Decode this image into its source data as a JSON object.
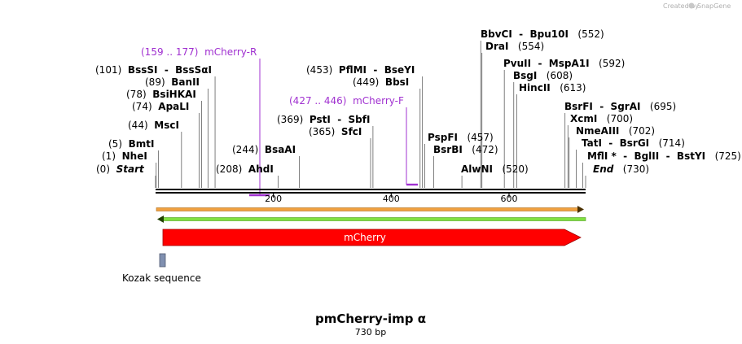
{
  "credit": "Created by",
  "credit_brand": "SnapGene",
  "title": "pmCherry-imp α",
  "subtitle": "730 bp",
  "sequence_length": 730,
  "ruler_ticks": [
    200,
    400,
    600
  ],
  "colors": {
    "backbone": "#000000",
    "primer": "#a030d0",
    "feature_fill": "#ff0000",
    "orf_forward": "#f0a040",
    "orf_reverse": "#80e040",
    "kozak": "#8090b0"
  },
  "sites": [
    {
      "pos": "(0)",
      "names": [
        "Start"
      ],
      "italic": true,
      "at": 0
    },
    {
      "pos": "(1)",
      "names": [
        "NheI"
      ],
      "at": 1
    },
    {
      "pos": "(5)",
      "names": [
        "BmtI"
      ],
      "at": 5
    },
    {
      "pos": "(44)",
      "names": [
        "MscI"
      ],
      "at": 44
    },
    {
      "pos": "(74)",
      "names": [
        "ApaLI"
      ],
      "at": 74
    },
    {
      "pos": "(78)",
      "names": [
        "BsiHKAI"
      ],
      "at": 78
    },
    {
      "pos": "(89)",
      "names": [
        "BanII"
      ],
      "at": 89
    },
    {
      "pos": "(101)",
      "names": [
        "BssSI",
        "BssSαI"
      ],
      "at": 101
    },
    {
      "pos": "(208)",
      "names": [
        "AhdI"
      ],
      "at": 208
    },
    {
      "pos": "(244)",
      "names": [
        "BsaAI"
      ],
      "at": 244
    },
    {
      "pos": "(365)",
      "names": [
        "SfcI"
      ],
      "at": 365
    },
    {
      "pos": "(369)",
      "names": [
        "PstI",
        "SbfI"
      ],
      "at": 369
    },
    {
      "pos": "(449)",
      "names": [
        "BbsI"
      ],
      "at": 449
    },
    {
      "pos": "(453)",
      "names": [
        "PflMI",
        "BseYI"
      ],
      "at": 453
    },
    {
      "pos": "(457)",
      "names": [
        "PspFI"
      ],
      "at": 457
    },
    {
      "pos": "(472)",
      "names": [
        "BsrBI"
      ],
      "at": 472
    },
    {
      "pos": "(520)",
      "names": [
        "AlwNI"
      ],
      "at": 520
    },
    {
      "pos": "(552)",
      "names": [
        "BbvCI",
        "Bpu10I"
      ],
      "at": 552
    },
    {
      "pos": "(554)",
      "names": [
        "DraI"
      ],
      "at": 554
    },
    {
      "pos": "(592)",
      "names": [
        "PvuII",
        "MspA1I"
      ],
      "at": 592
    },
    {
      "pos": "(608)",
      "names": [
        "BsgI"
      ],
      "at": 608
    },
    {
      "pos": "(613)",
      "names": [
        "HincII"
      ],
      "at": 613
    },
    {
      "pos": "(695)",
      "names": [
        "BsrFI",
        "SgrAI"
      ],
      "at": 695
    },
    {
      "pos": "(700)",
      "names": [
        "XcmI"
      ],
      "at": 700
    },
    {
      "pos": "(702)",
      "names": [
        "NmeAIII"
      ],
      "at": 702
    },
    {
      "pos": "(714)",
      "names": [
        "TatI",
        "BsrGI"
      ],
      "at": 714
    },
    {
      "pos": "(725)",
      "names": [
        "MflI *",
        "BglII",
        "BstYI"
      ],
      "at": 725
    },
    {
      "pos": "(730)",
      "names": [
        "End"
      ],
      "italic": true,
      "at": 730
    }
  ],
  "primers": [
    {
      "range": "(159 .. 177)",
      "name": "mCherry-R",
      "start": 159,
      "end": 177,
      "direction": "reverse"
    },
    {
      "range": "(427 .. 446)",
      "name": "mCherry-F",
      "start": 427,
      "end": 446,
      "direction": "forward"
    }
  ],
  "features": [
    {
      "name": "mCherry",
      "start": 12,
      "end": 720,
      "direction": "forward"
    },
    {
      "name": "Kozak sequence",
      "start": 6,
      "end": 11,
      "direction": "none"
    }
  ]
}
